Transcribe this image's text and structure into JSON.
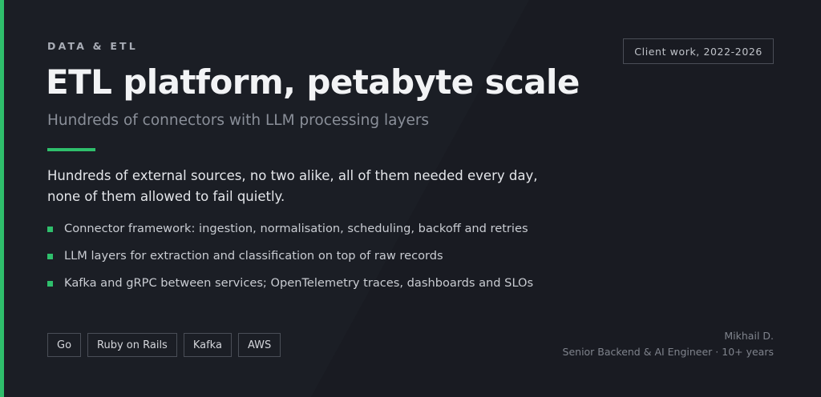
{
  "header": {
    "kicker": "DATA & ETL",
    "title": "ETL platform, petabyte scale",
    "subtitle": "Hundreds of connectors with LLM processing layers"
  },
  "badge": "Client work, 2022-2026",
  "intro": "Hundreds of external sources, no two alike, all of them needed every day, none of them allowed to fail quietly.",
  "bullets": [
    "Connector framework: ingestion, normalisation, scheduling, backoff and retries",
    "LLM layers for extraction and classification on top of raw records",
    "Kafka and gRPC between services; OpenTelemetry traces, dashboards and SLOs"
  ],
  "tags": [
    "Go",
    "Ruby on Rails",
    "Kafka",
    "AWS"
  ],
  "author": {
    "name": "Mikhail D.",
    "role": "Senior Backend & AI Engineer · 10+ years"
  },
  "colors": {
    "accent": "#2fbf6c",
    "background": "#1b1e25",
    "background_diagonal": "#191b22"
  }
}
